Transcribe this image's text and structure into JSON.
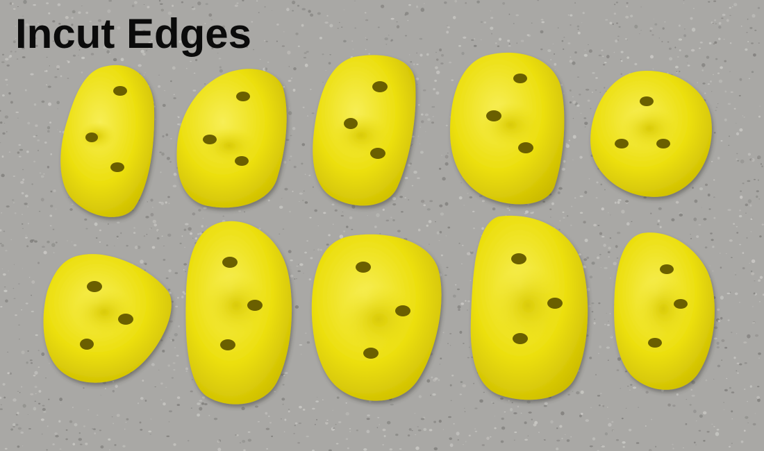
{
  "title": "Incut Edges",
  "colors": {
    "wall": "#a9a8a5",
    "wall_fleck_dark": "#7f7e7b",
    "wall_fleck_light": "#cbcac6",
    "hold": "#ecdf0f",
    "hold_light": "#f6ec4a",
    "hold_shadow": "#b9a800",
    "bolt_hole": "#6b5f00",
    "title_text": "#0b0b0b"
  },
  "holds": {
    "count": 10,
    "bolt_holes_per_hold": 3,
    "rows": 2,
    "per_row": 5
  }
}
